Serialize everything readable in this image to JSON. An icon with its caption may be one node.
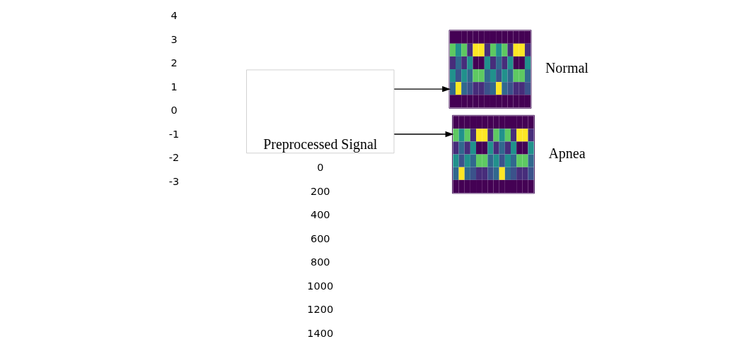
{
  "diagram": {
    "nodes": [
      {
        "text": [
          "Preprocessed Signal"
        ]
      },
      {
        "text": [],
        "shape": "picture",
        "beside": [
          "Normal"
        ]
      },
      {
        "text": [],
        "shape": "picture",
        "beside": [
          "Apnea"
        ]
      }
    ],
    "edges": [
      {
        "from": 0,
        "to": 1,
        "arrow": "to"
      },
      {
        "from": 0,
        "to": 2,
        "arrow": "to"
      }
    ],
    "labels": [
      "4",
      "3",
      "2",
      "1",
      "0",
      "-1",
      "-2",
      "-3",
      "0",
      "200",
      "400",
      "600",
      "800",
      "1000",
      "1200",
      "1400"
    ]
  }
}
